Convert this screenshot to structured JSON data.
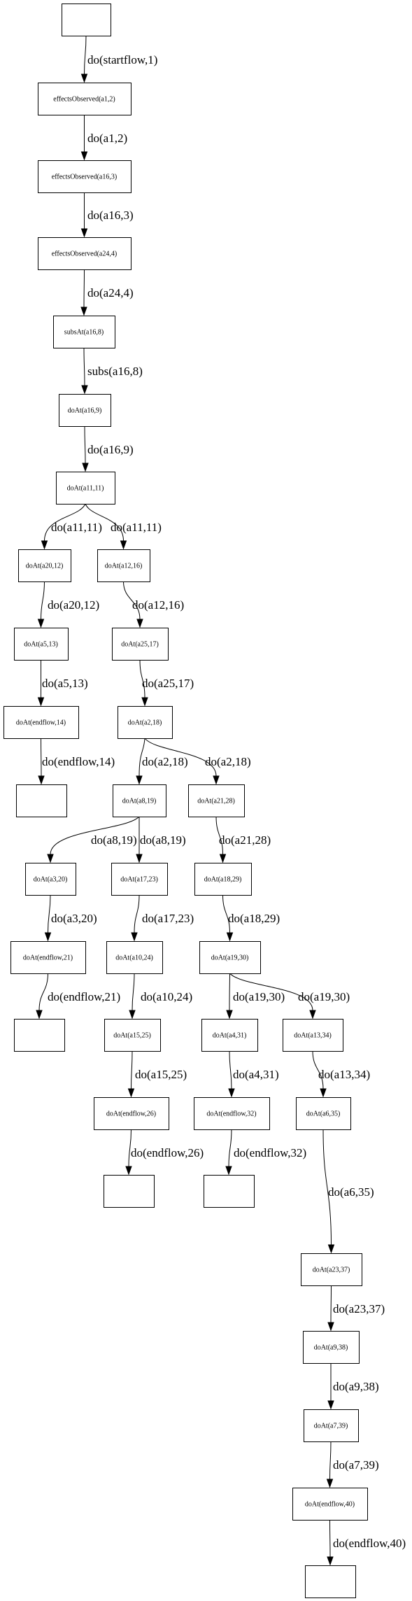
{
  "nodes": [
    {
      "id": "n0",
      "label": ""
    },
    {
      "id": "n1",
      "label": "effectsObserved(a1,2)"
    },
    {
      "id": "n2",
      "label": "effectsObserved(a16,3)"
    },
    {
      "id": "n3",
      "label": "effectsObserved(a24,4)"
    },
    {
      "id": "n4",
      "label": "subsAt(a16,8)"
    },
    {
      "id": "n5",
      "label": "doAt(a16,9)"
    },
    {
      "id": "n6",
      "label": "doAt(a11,11)"
    },
    {
      "id": "n7",
      "label": "doAt(a20,12)"
    },
    {
      "id": "n8",
      "label": "doAt(a12,16)"
    },
    {
      "id": "n9",
      "label": "doAt(a5,13)"
    },
    {
      "id": "n10",
      "label": "doAt(a25,17)"
    },
    {
      "id": "n11",
      "label": "doAt(endflow,14)"
    },
    {
      "id": "n12",
      "label": "doAt(a2,18)"
    },
    {
      "id": "n13",
      "label": ""
    },
    {
      "id": "n14",
      "label": "doAt(a8,19)"
    },
    {
      "id": "n15",
      "label": "doAt(a21,28)"
    },
    {
      "id": "n16",
      "label": "doAt(a3,20)"
    },
    {
      "id": "n17",
      "label": "doAt(a17,23)"
    },
    {
      "id": "n18",
      "label": "doAt(a18,29)"
    },
    {
      "id": "n19",
      "label": "doAt(endflow,21)"
    },
    {
      "id": "n20",
      "label": "doAt(a10,24)"
    },
    {
      "id": "n21",
      "label": "doAt(a19,30)"
    },
    {
      "id": "n22",
      "label": ""
    },
    {
      "id": "n23",
      "label": "doAt(a15,25)"
    },
    {
      "id": "n24",
      "label": "doAt(a4,31)"
    },
    {
      "id": "n25",
      "label": "doAt(a13,34)"
    },
    {
      "id": "n26",
      "label": "doAt(endflow,26)"
    },
    {
      "id": "n27",
      "label": "doAt(endflow,32)"
    },
    {
      "id": "n28",
      "label": "doAt(a6,35)"
    },
    {
      "id": "n29",
      "label": ""
    },
    {
      "id": "n30",
      "label": ""
    },
    {
      "id": "n31",
      "label": "doAt(a23,37)"
    },
    {
      "id": "n32",
      "label": "doAt(a9,38)"
    },
    {
      "id": "n33",
      "label": "doAt(a7,39)"
    },
    {
      "id": "n34",
      "label": "doAt(endflow,40)"
    },
    {
      "id": "n35",
      "label": ""
    }
  ],
  "edges": [
    {
      "from": "n0",
      "to": "n1",
      "label": "do(startflow,1)"
    },
    {
      "from": "n1",
      "to": "n2",
      "label": "do(a1,2)"
    },
    {
      "from": "n2",
      "to": "n3",
      "label": "do(a16,3)"
    },
    {
      "from": "n3",
      "to": "n4",
      "label": "do(a24,4)"
    },
    {
      "from": "n4",
      "to": "n5",
      "label": "subs(a16,8)"
    },
    {
      "from": "n5",
      "to": "n6",
      "label": "do(a16,9)"
    },
    {
      "from": "n6",
      "to": "n7",
      "label": "do(a11,11)"
    },
    {
      "from": "n6",
      "to": "n8",
      "label": "do(a11,11)"
    },
    {
      "from": "n7",
      "to": "n9",
      "label": "do(a20,12)"
    },
    {
      "from": "n8",
      "to": "n10",
      "label": "do(a12,16)"
    },
    {
      "from": "n9",
      "to": "n11",
      "label": "do(a5,13)"
    },
    {
      "from": "n10",
      "to": "n12",
      "label": "do(a25,17)"
    },
    {
      "from": "n11",
      "to": "n13",
      "label": "do(endflow,14)"
    },
    {
      "from": "n12",
      "to": "n14",
      "label": "do(a2,18)"
    },
    {
      "from": "n12",
      "to": "n15",
      "label": "do(a2,18)"
    },
    {
      "from": "n14",
      "to": "n16",
      "label": "do(a8,19)"
    },
    {
      "from": "n14",
      "to": "n17",
      "label": "do(a8,19)"
    },
    {
      "from": "n15",
      "to": "n18",
      "label": "do(a21,28)"
    },
    {
      "from": "n16",
      "to": "n19",
      "label": "do(a3,20)"
    },
    {
      "from": "n17",
      "to": "n20",
      "label": "do(a17,23)"
    },
    {
      "from": "n18",
      "to": "n21",
      "label": "do(a18,29)"
    },
    {
      "from": "n19",
      "to": "n22",
      "label": "do(endflow,21)"
    },
    {
      "from": "n20",
      "to": "n23",
      "label": "do(a10,24)"
    },
    {
      "from": "n21",
      "to": "n24",
      "label": "do(a19,30)"
    },
    {
      "from": "n21",
      "to": "n25",
      "label": "do(a19,30)"
    },
    {
      "from": "n23",
      "to": "n26",
      "label": "do(a15,25)"
    },
    {
      "from": "n24",
      "to": "n27",
      "label": "do(a4,31)"
    },
    {
      "from": "n25",
      "to": "n28",
      "label": "do(a13,34)"
    },
    {
      "from": "n26",
      "to": "n29",
      "label": "do(endflow,26)"
    },
    {
      "from": "n27",
      "to": "n30",
      "label": "do(endflow,32)"
    },
    {
      "from": "n28",
      "to": "n31",
      "label": "do(a6,35)"
    },
    {
      "from": "n31",
      "to": "n32",
      "label": "do(a23,37)"
    },
    {
      "from": "n32",
      "to": "n33",
      "label": "do(a9,38)"
    },
    {
      "from": "n33",
      "to": "n34",
      "label": "do(a7,39)"
    },
    {
      "from": "n34",
      "to": "n35",
      "label": "do(endflow,40)"
    }
  ]
}
